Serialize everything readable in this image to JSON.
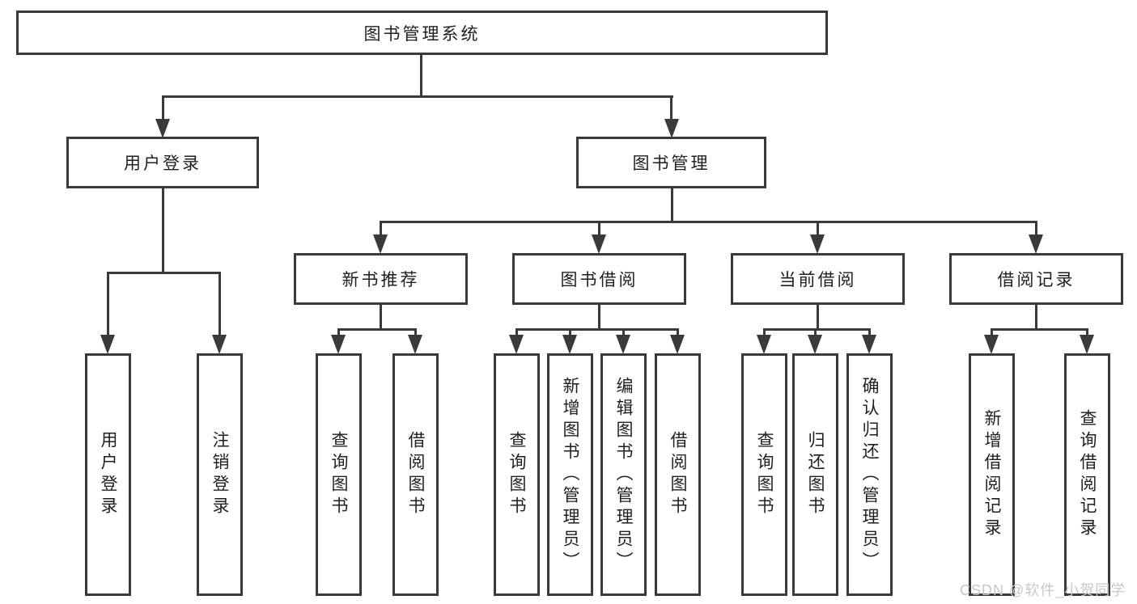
{
  "tree": {
    "label": "图书管理系统",
    "children": [
      {
        "label": "用户登录",
        "children": [
          {
            "label": "用户登录"
          },
          {
            "label": "注销登录"
          }
        ]
      },
      {
        "label": "图书管理",
        "children": [
          {
            "label": "新书推荐",
            "children": [
              {
                "label": "查询图书"
              },
              {
                "label": "借阅图书"
              }
            ]
          },
          {
            "label": "图书借阅",
            "children": [
              {
                "label": "查询图书"
              },
              {
                "label": "新增图书（管理员）"
              },
              {
                "label": "编辑图书（管理员）"
              },
              {
                "label": "借阅图书"
              }
            ]
          },
          {
            "label": "当前借阅",
            "children": [
              {
                "label": "查询图书"
              },
              {
                "label": "归还图书"
              },
              {
                "label": "确认归还（管理员）"
              }
            ]
          },
          {
            "label": "借阅记录",
            "children": [
              {
                "label": "新增借阅记录"
              },
              {
                "label": "查询借阅记录"
              }
            ]
          }
        ]
      }
    ]
  },
  "watermark": {
    "text": "CSDN @软件_小贺同学"
  },
  "colors": {
    "line": "#3a3a3a",
    "text": "#1f1f1f",
    "watermark_text": "#c8c8c8",
    "background": "#ffffff"
  }
}
